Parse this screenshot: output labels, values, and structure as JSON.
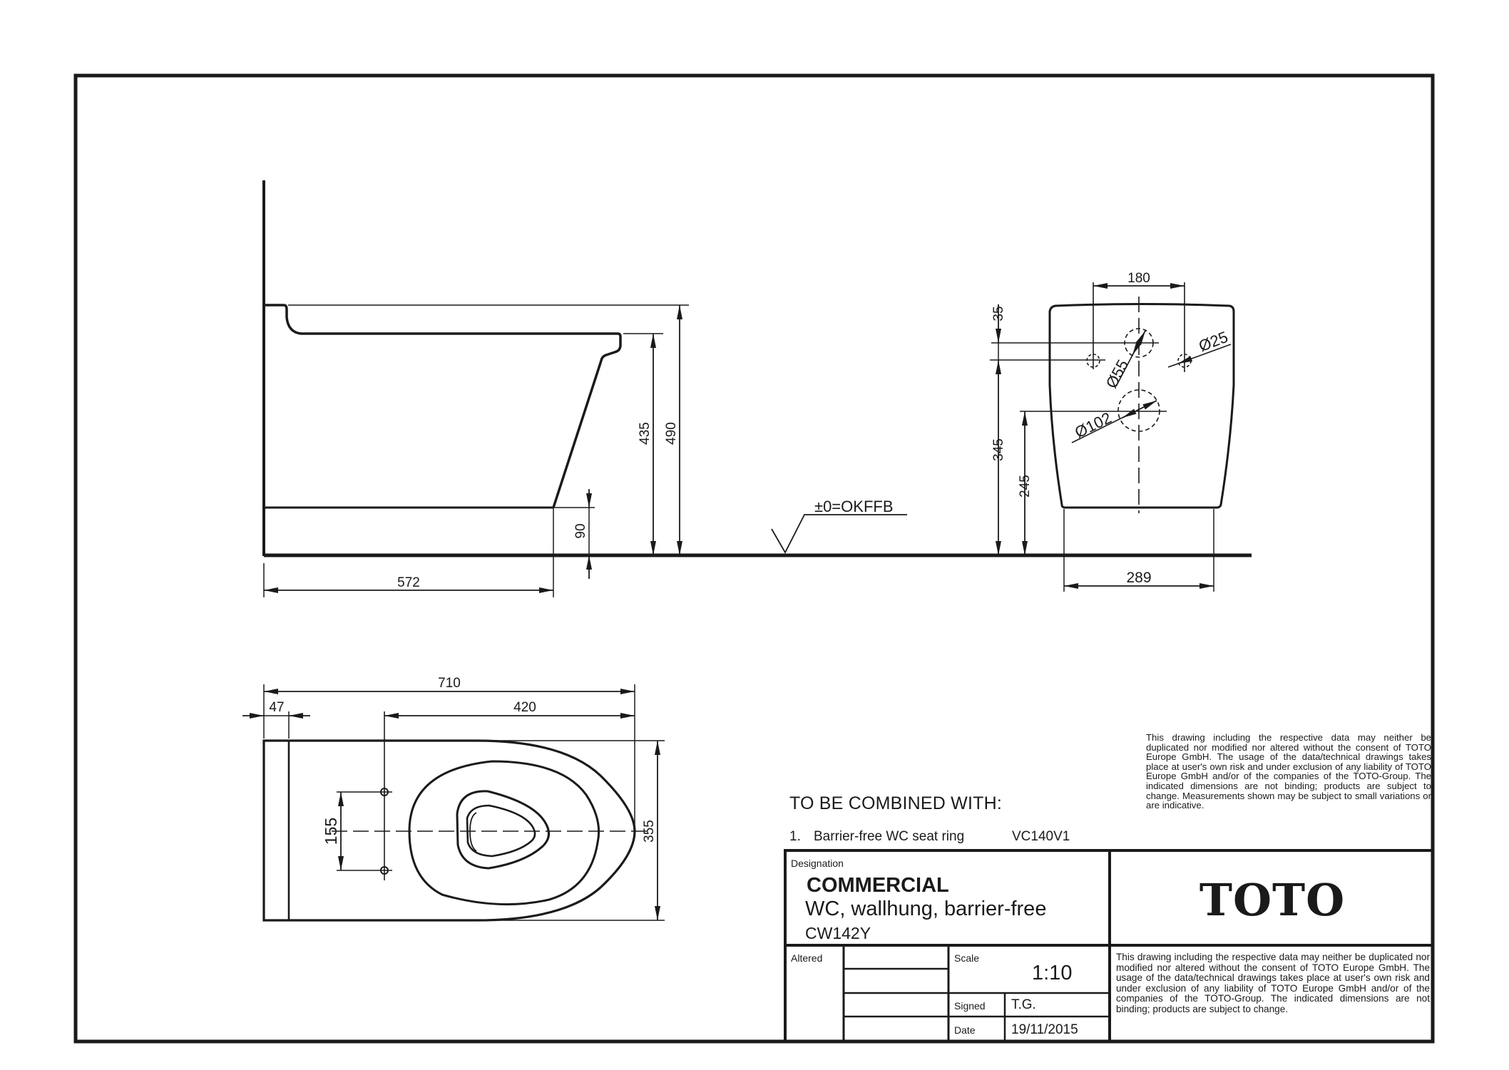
{
  "drawing": {
    "units": "mm",
    "side_view": {
      "dimensions": {
        "overall_depth": "572",
        "seat_height_rim": "435",
        "top_height": "490",
        "base_height": "90"
      },
      "floor_reference": "±0=OKFFB"
    },
    "rear_view": {
      "dimensions": {
        "fixing_spacing": "180",
        "fixing_offset": "35",
        "fixing_height": "345",
        "outlet_height": "245",
        "base_width": "289",
        "inlet_diameter": "Ø55",
        "fixing_diameter": "Ø25",
        "outlet_diameter": "Ø102"
      }
    },
    "top_view": {
      "dimensions": {
        "overall_length": "710",
        "wall_plate": "47",
        "fixing_to_front": "420",
        "fixing_vertical_spacing": "155",
        "overall_width": "355"
      }
    }
  },
  "combined_with": {
    "title": "TO BE COMBINED WITH:",
    "items": [
      {
        "number": "1.",
        "name": "Barrier-free WC seat ring",
        "code": "VC140V1"
      }
    ]
  },
  "notice_top": "This drawing including the respective data may neither be duplicated nor modified nor altered without the consent of TOTO Europe GmbH. The usage of the data/technical drawings takes place at user's own risk and under exclusion of any liability of TOTO Europe GmbH and/or of the companies of the TOTO-Group. The indicated dimensions are not binding; products are subject to change. Measurements shown may be subject to small variations or are indicative.",
  "title_block": {
    "designation_label": "Designation",
    "designation_title": "COMMERCIAL",
    "designation_subtitle": "WC, wallhung, barrier-free",
    "designation_code": "CW142Y",
    "altered_label": "Altered",
    "scale_label": "Scale",
    "scale_value": "1:10",
    "signed_label": "Signed",
    "signed_value": "T.G.",
    "date_label": "Date",
    "date_value": "19/11/2015",
    "logo": "TOTO",
    "notice": "This drawing including the respective data may neither be duplicated nor modified nor altered without the consent of TOTO Europe GmbH. The usage of the data/technical drawings takes place at user's own risk and under exclusion of any liability of TOTO Europe GmbH and/or of the companies of the TOTO-Group. The indicated dimensions are not binding; products are subject to change."
  },
  "colors": {
    "line": "#1a1a1a",
    "background": "#ffffff"
  }
}
